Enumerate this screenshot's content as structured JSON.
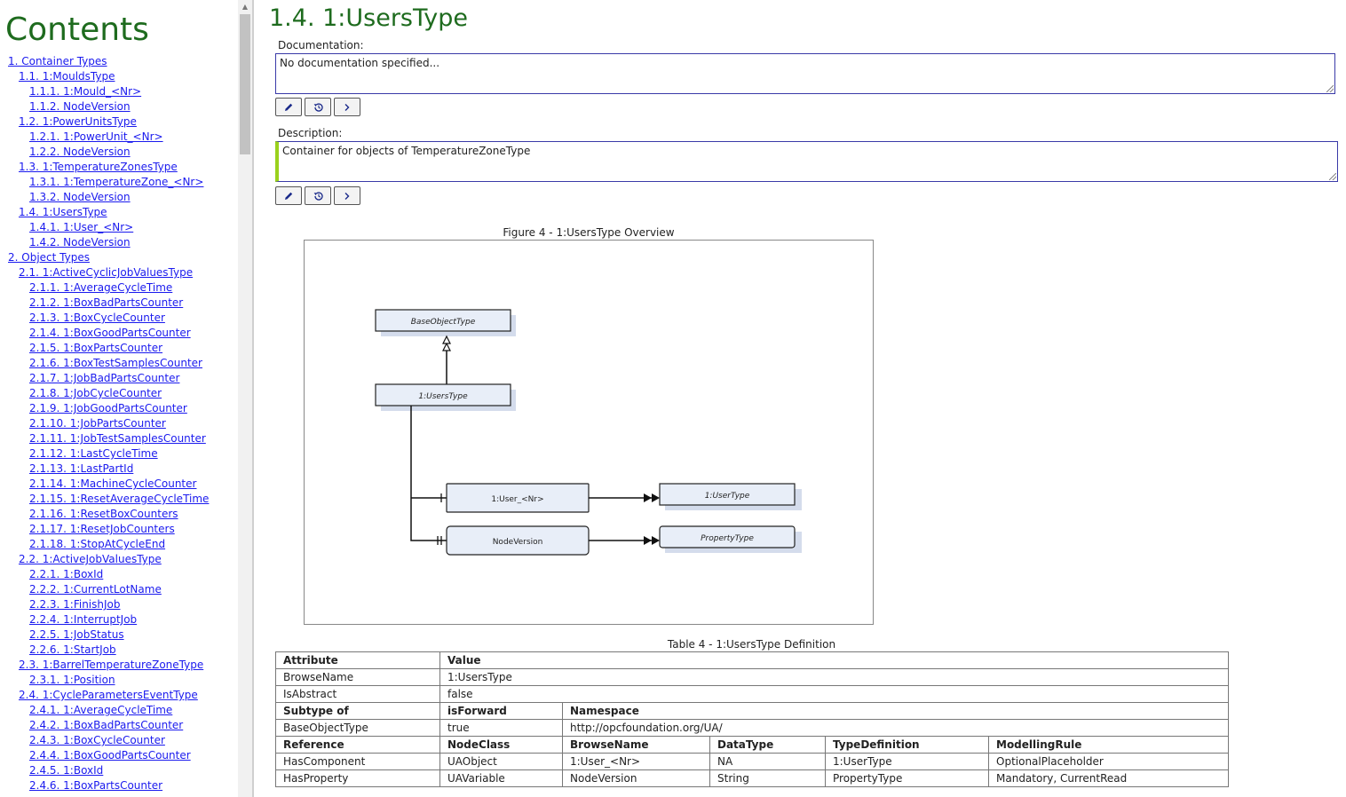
{
  "toc": {
    "title": "Contents",
    "items": [
      {
        "level": 1,
        "label": "1. Container Types"
      },
      {
        "level": 2,
        "label": "1.1. 1:MouldsType"
      },
      {
        "level": 3,
        "label": "1.1.1. 1:Mould_<Nr>"
      },
      {
        "level": 3,
        "label": "1.1.2. NodeVersion"
      },
      {
        "level": 2,
        "label": "1.2. 1:PowerUnitsType"
      },
      {
        "level": 3,
        "label": "1.2.1. 1:PowerUnit_<Nr>"
      },
      {
        "level": 3,
        "label": "1.2.2. NodeVersion"
      },
      {
        "level": 2,
        "label": "1.3. 1:TemperatureZonesType"
      },
      {
        "level": 3,
        "label": "1.3.1. 1:TemperatureZone_<Nr>"
      },
      {
        "level": 3,
        "label": "1.3.2. NodeVersion"
      },
      {
        "level": 2,
        "label": "1.4. 1:UsersType"
      },
      {
        "level": 3,
        "label": "1.4.1. 1:User_<Nr>"
      },
      {
        "level": 3,
        "label": "1.4.2. NodeVersion"
      },
      {
        "level": 1,
        "label": "2. Object Types"
      },
      {
        "level": 2,
        "label": "2.1. 1:ActiveCyclicJobValuesType"
      },
      {
        "level": 3,
        "label": "2.1.1. 1:AverageCycleTime"
      },
      {
        "level": 3,
        "label": "2.1.2. 1:BoxBadPartsCounter"
      },
      {
        "level": 3,
        "label": "2.1.3. 1:BoxCycleCounter"
      },
      {
        "level": 3,
        "label": "2.1.4. 1:BoxGoodPartsCounter"
      },
      {
        "level": 3,
        "label": "2.1.5. 1:BoxPartsCounter"
      },
      {
        "level": 3,
        "label": "2.1.6. 1:BoxTestSamplesCounter"
      },
      {
        "level": 3,
        "label": "2.1.7. 1:JobBadPartsCounter"
      },
      {
        "level": 3,
        "label": "2.1.8. 1:JobCycleCounter"
      },
      {
        "level": 3,
        "label": "2.1.9. 1:JobGoodPartsCounter"
      },
      {
        "level": 3,
        "label": "2.1.10. 1:JobPartsCounter"
      },
      {
        "level": 3,
        "label": "2.1.11. 1:JobTestSamplesCounter"
      },
      {
        "level": 3,
        "label": "2.1.12. 1:LastCycleTime"
      },
      {
        "level": 3,
        "label": "2.1.13. 1:LastPartId"
      },
      {
        "level": 3,
        "label": "2.1.14. 1:MachineCycleCounter"
      },
      {
        "level": 3,
        "label": "2.1.15. 1:ResetAverageCycleTime"
      },
      {
        "level": 3,
        "label": "2.1.16. 1:ResetBoxCounters"
      },
      {
        "level": 3,
        "label": "2.1.17. 1:ResetJobCounters"
      },
      {
        "level": 3,
        "label": "2.1.18. 1:StopAtCycleEnd"
      },
      {
        "level": 2,
        "label": "2.2. 1:ActiveJobValuesType"
      },
      {
        "level": 3,
        "label": "2.2.1. 1:BoxId"
      },
      {
        "level": 3,
        "label": "2.2.2. 1:CurrentLotName"
      },
      {
        "level": 3,
        "label": "2.2.3. 1:FinishJob"
      },
      {
        "level": 3,
        "label": "2.2.4. 1:InterruptJob"
      },
      {
        "level": 3,
        "label": "2.2.5. 1:JobStatus"
      },
      {
        "level": 3,
        "label": "2.2.6. 1:StartJob"
      },
      {
        "level": 2,
        "label": "2.3. 1:BarrelTemperatureZoneType"
      },
      {
        "level": 3,
        "label": "2.3.1. 1:Position"
      },
      {
        "level": 2,
        "label": "2.4. 1:CycleParametersEventType"
      },
      {
        "level": 3,
        "label": "2.4.1. 1:AverageCycleTime"
      },
      {
        "level": 3,
        "label": "2.4.2. 1:BoxBadPartsCounter"
      },
      {
        "level": 3,
        "label": "2.4.3. 1:BoxCycleCounter"
      },
      {
        "level": 3,
        "label": "2.4.4. 1:BoxGoodPartsCounter"
      },
      {
        "level": 3,
        "label": "2.4.5. 1:BoxId"
      },
      {
        "level": 3,
        "label": "2.4.6. 1:BoxPartsCounter"
      }
    ]
  },
  "page": {
    "title": "1.4. 1:UsersType",
    "documentation_label": "Documentation:",
    "documentation_text": "No documentation specified...",
    "description_label": "Description:",
    "description_text": "Container for objects of TemperatureZoneType",
    "buttons": {
      "edit_icon": "pencil-icon",
      "history_icon": "history-icon",
      "next_icon": "chevron-right-icon"
    }
  },
  "figure": {
    "caption": "Figure 4 - 1:UsersType Overview",
    "nodes": {
      "base": "BaseObjectType",
      "users_type": "1:UsersType",
      "user_nr": "1:User_<Nr>",
      "node_version": "NodeVersion",
      "user_type": "1:UserType",
      "property_type": "PropertyType"
    }
  },
  "table": {
    "caption": "Table 4 - 1:UsersType Definition",
    "rows": [
      [
        {
          "t": "Attribute",
          "h": true
        },
        {
          "t": "Value",
          "h": true,
          "span": 5
        }
      ],
      [
        {
          "t": "BrowseName"
        },
        {
          "t": "1:UsersType",
          "span": 5
        }
      ],
      [
        {
          "t": "IsAbstract"
        },
        {
          "t": "false",
          "span": 5
        }
      ],
      [
        {
          "t": "Subtype of",
          "h": true
        },
        {
          "t": "isForward",
          "h": true
        },
        {
          "t": "Namespace",
          "h": true,
          "span": 4
        }
      ],
      [
        {
          "t": "BaseObjectType"
        },
        {
          "t": "true"
        },
        {
          "t": "http://opcfoundation.org/UA/",
          "span": 4
        }
      ],
      [
        {
          "t": "Reference",
          "h": true
        },
        {
          "t": "NodeClass",
          "h": true
        },
        {
          "t": "BrowseName",
          "h": true
        },
        {
          "t": "DataType",
          "h": true
        },
        {
          "t": "TypeDefinition",
          "h": true
        },
        {
          "t": "ModellingRule",
          "h": true
        }
      ],
      [
        {
          "t": "HasComponent"
        },
        {
          "t": "UAObject"
        },
        {
          "t": "1:User_<Nr>"
        },
        {
          "t": "NA"
        },
        {
          "t": "1:UserType"
        },
        {
          "t": "OptionalPlaceholder"
        }
      ],
      [
        {
          "t": "HasProperty"
        },
        {
          "t": "UAVariable"
        },
        {
          "t": "NodeVersion"
        },
        {
          "t": "String"
        },
        {
          "t": "PropertyType"
        },
        {
          "t": "Mandatory, CurrentRead"
        }
      ]
    ]
  },
  "colors": {
    "heading_green": "#1e6b1e",
    "link_blue": "#1a1aee",
    "description_accent": "#9ad11c",
    "node_fill": "#e8eef8",
    "node_shadow": "#d4dcec"
  }
}
